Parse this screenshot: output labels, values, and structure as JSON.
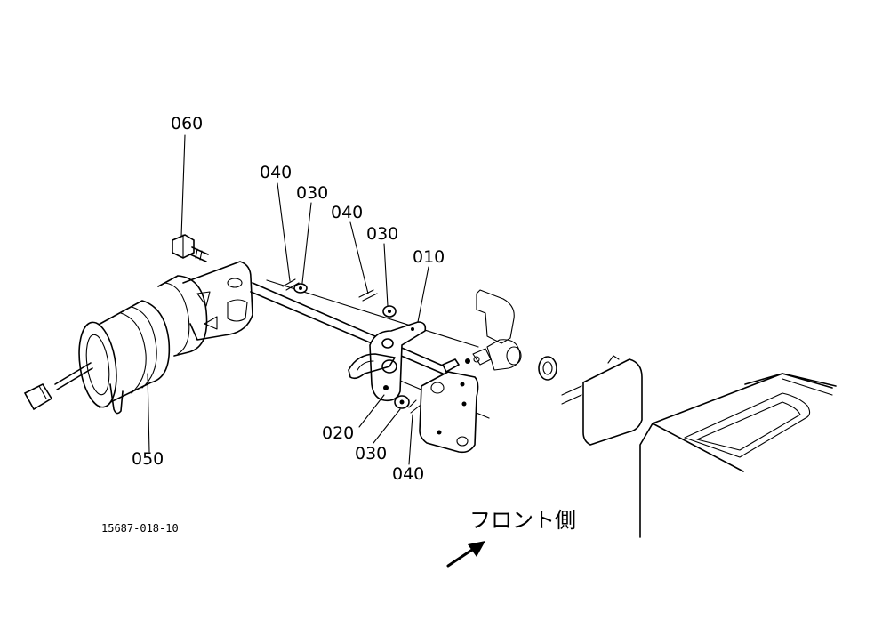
{
  "callouts": [
    {
      "id": "060",
      "text": "060"
    },
    {
      "id": "040a",
      "text": "040"
    },
    {
      "id": "030a",
      "text": "030"
    },
    {
      "id": "040b",
      "text": "040"
    },
    {
      "id": "030b",
      "text": "030"
    },
    {
      "id": "010",
      "text": "010"
    },
    {
      "id": "020",
      "text": "020"
    },
    {
      "id": "030c",
      "text": "030"
    },
    {
      "id": "040c",
      "text": "040"
    },
    {
      "id": "050",
      "text": "050"
    }
  ],
  "reference_number": "15687-018-10",
  "front_label": "フロント側"
}
